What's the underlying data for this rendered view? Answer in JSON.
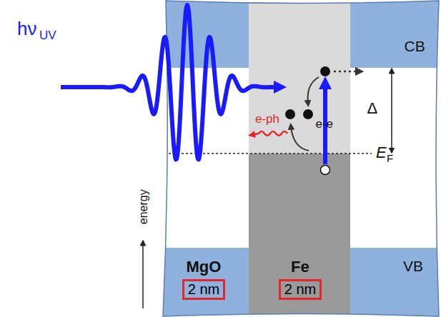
{
  "diagram": {
    "nodes": [
      {
        "text": [
          "2 nm"
        ]
      },
      {
        "text": [
          "2 nm"
        ]
      }
    ],
    "labels": [
      "hν",
      "UV",
      "e-ph",
      "e-e",
      "CB",
      "Δ",
      "E",
      "F",
      "MgO",
      "Fe",
      "VB",
      "energy"
    ]
  }
}
